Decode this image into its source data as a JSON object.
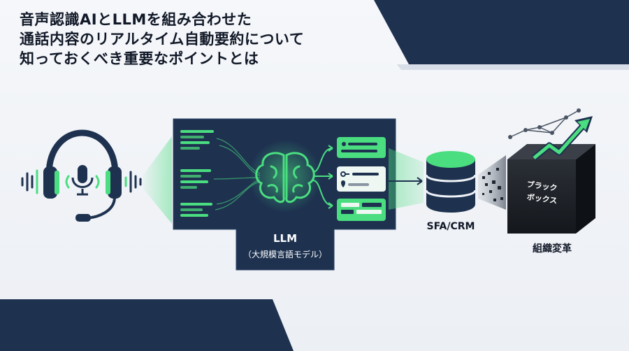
{
  "title": {
    "line1": "音声認識AIとLLMを組み合わせた",
    "line2": "通話内容のリアルタイム自動要約について",
    "line3": "知っておくべき重要なポイントとは"
  },
  "diagram": {
    "llm_label": "LLM",
    "llm_sublabel": "（大規模言語モデル）",
    "sfa_label": "SFA/CRM",
    "blackbox_line1": "ブラック",
    "blackbox_line2": "ボックス",
    "org_label": "組織変革"
  },
  "colors": {
    "navy": "#1e3250",
    "green": "#4ade80",
    "text": "#111827"
  },
  "icons": [
    "headset-icon",
    "microphone-icon",
    "brain-icon",
    "key-icon",
    "location-pin-icon",
    "database-icon",
    "trend-arrow-icon",
    "black-box-icon"
  ]
}
